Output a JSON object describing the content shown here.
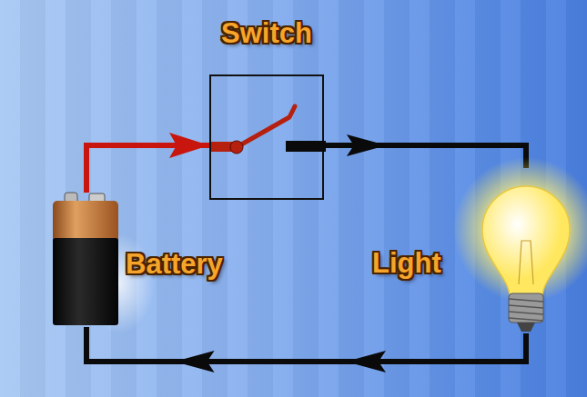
{
  "diagram": {
    "nodes": [
      {
        "text": [
          "Switch"
        ]
      },
      {
        "text": [
          "Battery"
        ]
      },
      {
        "text": [
          "Light"
        ]
      }
    ],
    "edges": [
      {
        "from": 1,
        "to": 0,
        "arrow": "to"
      },
      {
        "from": 0,
        "to": 2,
        "arrow": "to"
      },
      {
        "from": 2,
        "to": 1,
        "arrow": "to"
      }
    ]
  }
}
